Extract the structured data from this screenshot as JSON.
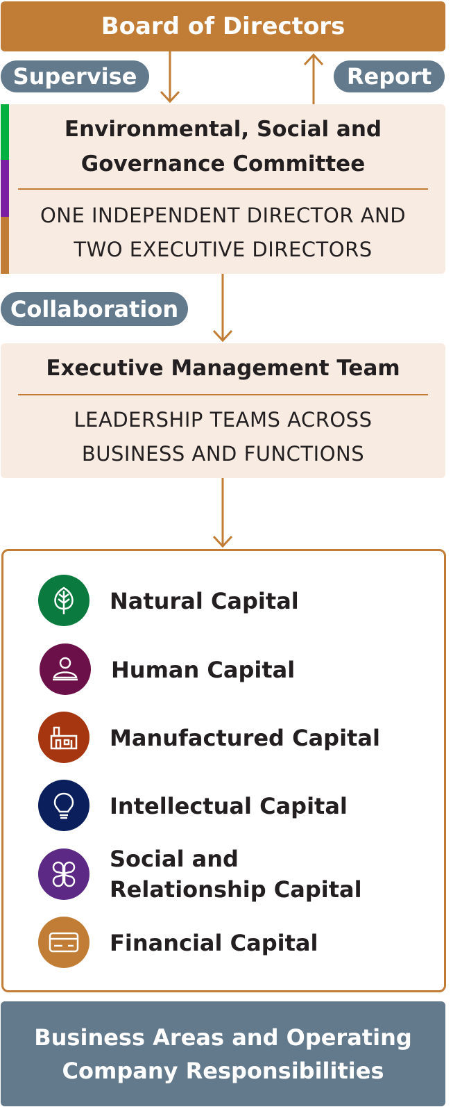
{
  "board": {
    "label": "Board of Directors"
  },
  "connectors": {
    "supervise": "Supervise",
    "report": "Report",
    "collaboration": "Collaboration"
  },
  "esg_committee": {
    "title_line1": "Environmental, Social and",
    "title_line2": "Governance Committee",
    "sub_line1": "ONE INDEPENDENT DIRECTOR AND",
    "sub_line2": "TWO EXECUTIVE DIRECTORS",
    "stripe_colors": [
      "#00b140",
      "#7a1fa2",
      "#c17d36"
    ]
  },
  "executive_team": {
    "title": "Executive Management Team",
    "sub_line1": "LEADERSHIP TEAMS ACROSS",
    "sub_line2": "BUSINESS AND FUNCTIONS"
  },
  "capitals": [
    {
      "label": "Natural Capital",
      "icon": "tree-icon",
      "color": "#0b7a3e"
    },
    {
      "label": "Human Capital",
      "icon": "person-icon",
      "color": "#6b1048"
    },
    {
      "label": "Manufactured Capital",
      "icon": "factory-icon",
      "color": "#a5360f"
    },
    {
      "label": "Intellectual Capital",
      "icon": "lightbulb-icon",
      "color": "#0a1f5c"
    },
    {
      "label_line1": "Social and",
      "label_line2": "Relationship Capital",
      "icon": "four-petal-icon",
      "color": "#5c2a84"
    },
    {
      "label": "Financial Capital",
      "icon": "card-icon",
      "color": "#c17d36"
    }
  ],
  "bottom": {
    "line1": "Business Areas and Operating",
    "line2": "Company Responsibilities"
  },
  "colors": {
    "accent": "#c17d36",
    "slate": "#637a8c",
    "panel": "#f8ece2"
  }
}
